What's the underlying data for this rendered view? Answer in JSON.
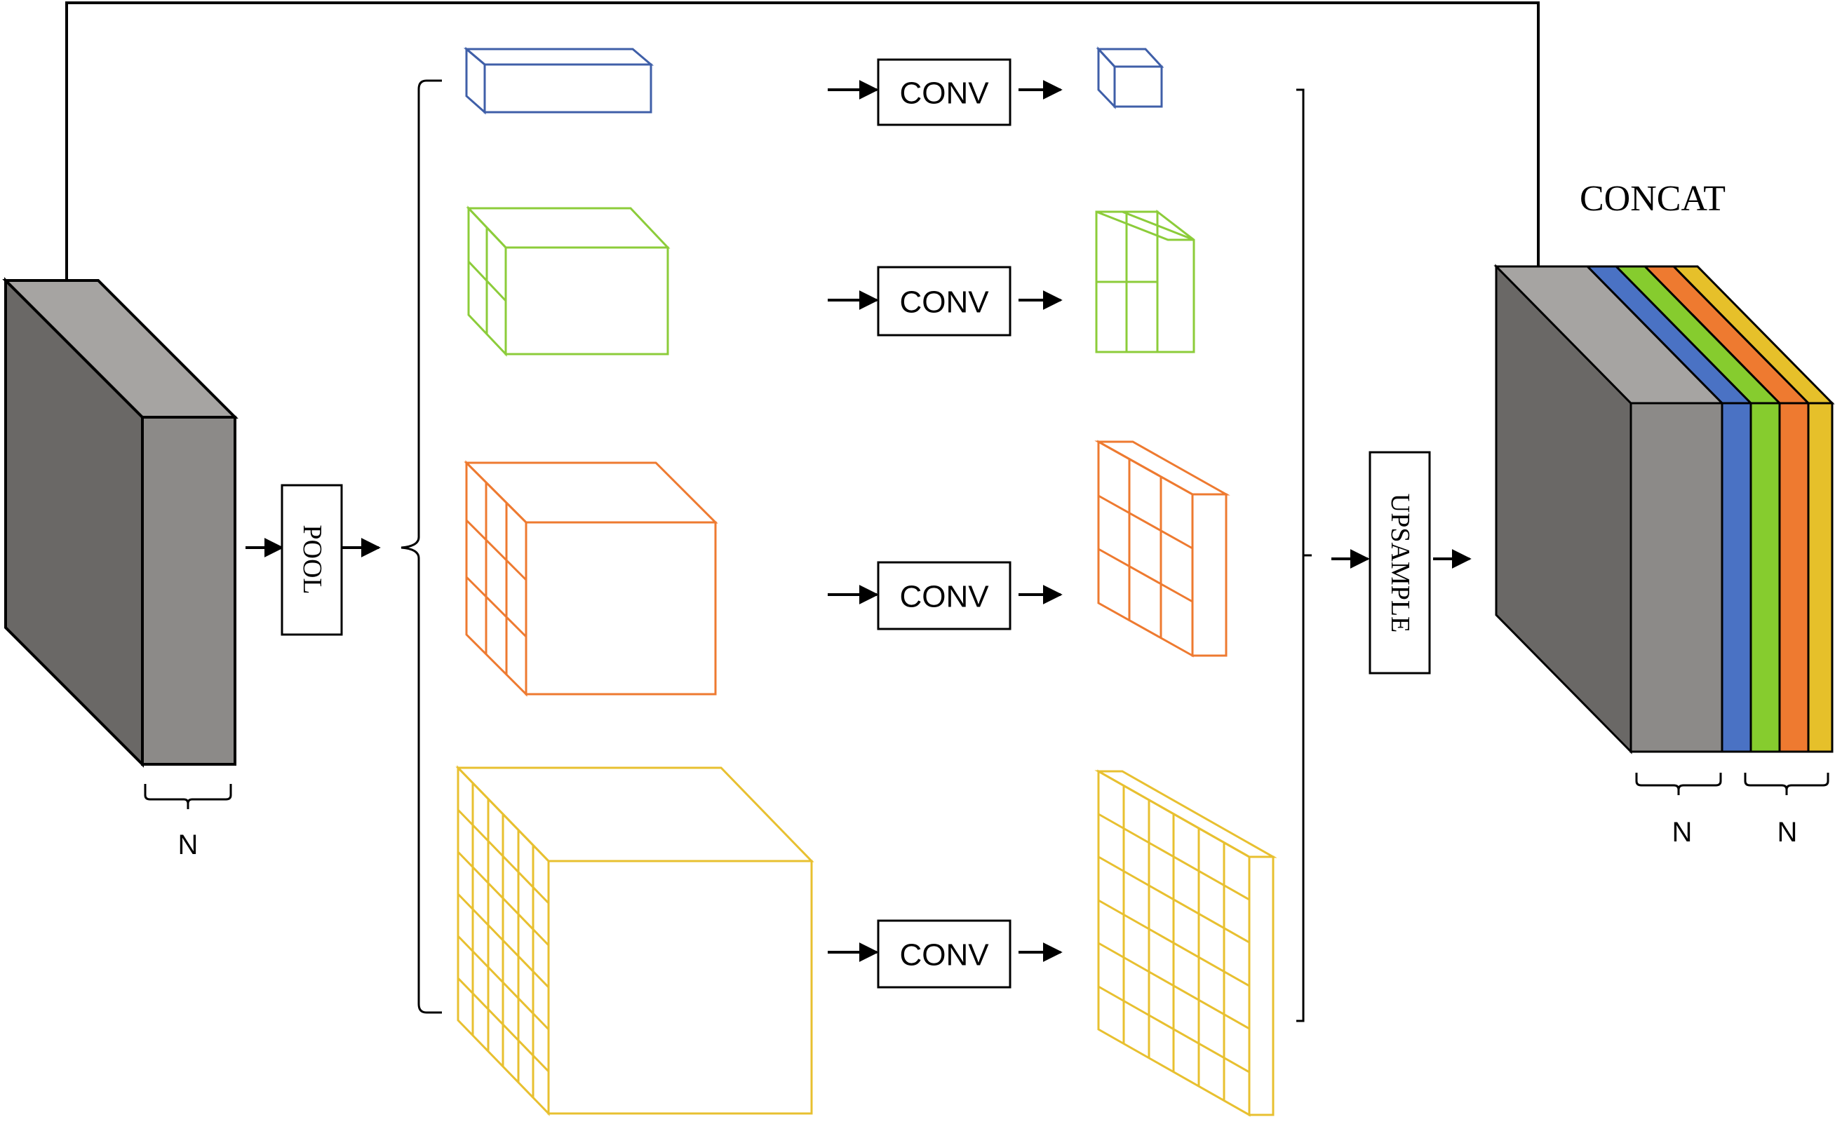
{
  "labels": {
    "pool": "POOL",
    "conv": "CONV",
    "upsample": "UPSAMPLE",
    "concat": "CONCAT",
    "n_input": "N",
    "n_output_left": "N",
    "n_output_right": "N"
  },
  "colors": {
    "background": "#ffffff",
    "stroke": "#000000",
    "gray_front": "#8c8a88",
    "gray_top": "#a6a4a2",
    "gray_side": "#6a6866",
    "blue": "#3f5fa8",
    "green": "#8ccc3a",
    "orange": "#ee7a30",
    "yellow": "#e8c030",
    "band_blue": "#4a72c4",
    "band_green": "#86cc2e",
    "band_orange": "#ee7a30",
    "band_yellow": "#e6c02a"
  },
  "branches": [
    {
      "color_name": "blue",
      "pooled_grid": 1,
      "conv_grid": 1
    },
    {
      "color_name": "green",
      "pooled_grid": 2,
      "conv_grid": 2
    },
    {
      "color_name": "orange",
      "pooled_grid": 3,
      "conv_grid": 3
    },
    {
      "color_name": "yellow",
      "pooled_grid": 6,
      "conv_grid": 6
    }
  ]
}
